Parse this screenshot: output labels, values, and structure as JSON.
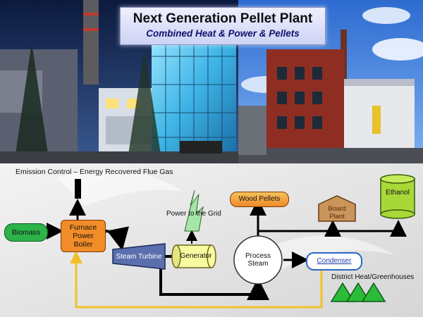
{
  "slide": {
    "title": "Next Generation Pellet Plant",
    "subtitle": "Combined Heat & Power & Pellets"
  },
  "diagram": {
    "heading": "Emission Control – Energy Recovered Flue Gas",
    "nodes": {
      "biomass": "Biomass",
      "furnace": "Furnace Power Boiler",
      "steam_turbine": "Steam Turbine",
      "generator": "Generator",
      "power_grid": "Power to the Grid",
      "process_steam": "Process Steam",
      "wood_pellets": "Wood Pellets",
      "board_plant": "Board Plant",
      "ethanol": "Ethanol",
      "condenser": "Condenser",
      "district_heat": "District Heat/Greenhouses"
    },
    "colors": {
      "biomass": "#2cb34a",
      "furnace": "#f28c28",
      "steam_turbine": "#5a6fae",
      "generator": "#fafaa0",
      "power_grid": "#a6e6a8",
      "process_steam": "#ffffff",
      "wood_pellets": "#ee8a2a",
      "board_plant": "#c9955a",
      "ethanol": "#a8d838",
      "condenser": "#2a67c8",
      "district_heat": "#2dbb3a",
      "feedback_line": "#f2c12a"
    }
  }
}
